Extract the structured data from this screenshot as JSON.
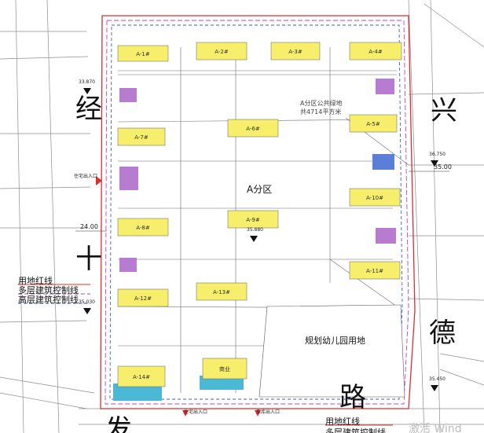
{
  "roads": {
    "west": [
      "经",
      "十"
    ],
    "east": [
      "兴",
      "德"
    ],
    "south": [
      "路"
    ],
    "south_partial": "发"
  },
  "zone_label": "A分区",
  "public_green_note": [
    "A分区公共绿地",
    "共4714平方米"
  ],
  "kindergarten_label": "规划幼儿园用地",
  "legend_left": [
    "用地红线",
    "多层建筑控制线",
    "高层建筑控制线"
  ],
  "legend_bottom": [
    "用地红线",
    "多层建筑控制线"
  ],
  "dimensions": {
    "left_24": "24.00",
    "right_35": "35.00"
  },
  "elevations": {
    "top_left": "33.870",
    "right_upper": "36.750",
    "right_lower": "35.450",
    "mid_right": "35.880",
    "left_mid": "35.030"
  },
  "entrances": {
    "left": "住宅出入口",
    "bottom_1": "住宅出入口",
    "bottom_2": "车库出入口"
  },
  "buildings": [
    {
      "id": "A-1#",
      "name": "A-1#"
    },
    {
      "id": "A-2#",
      "name": "A-2#"
    },
    {
      "id": "A-3#",
      "name": "A-3#"
    },
    {
      "id": "A-4#",
      "name": "A-4#"
    },
    {
      "id": "A-5#",
      "name": "A-5#"
    },
    {
      "id": "A-6#",
      "name": "A-6#"
    },
    {
      "id": "A-7#",
      "name": "A-7#"
    },
    {
      "id": "A-8#",
      "name": "A-8#"
    },
    {
      "id": "A-9#",
      "name": "A-9#"
    },
    {
      "id": "A-10#",
      "name": "A-10#"
    },
    {
      "id": "A-11#",
      "name": "A-11#"
    },
    {
      "id": "A-12#",
      "name": "A-12#"
    },
    {
      "id": "A-13#",
      "name": "A-13#"
    },
    {
      "id": "A-14#",
      "name": "A-14#"
    },
    {
      "id": "A-15#",
      "name": "商业"
    }
  ],
  "watermark": "激活 Wind",
  "colors": {
    "building_fill": "#f7ee6b",
    "boundary_red": "#d9302f",
    "control_magenta": "#c23fbf",
    "control_blue": "#3c5bd6",
    "purple_block": "#b77ccf",
    "cyan_block": "#4bb9d6",
    "blue_block": "#5b7fd8",
    "road_grey": "#9b9b9b"
  }
}
